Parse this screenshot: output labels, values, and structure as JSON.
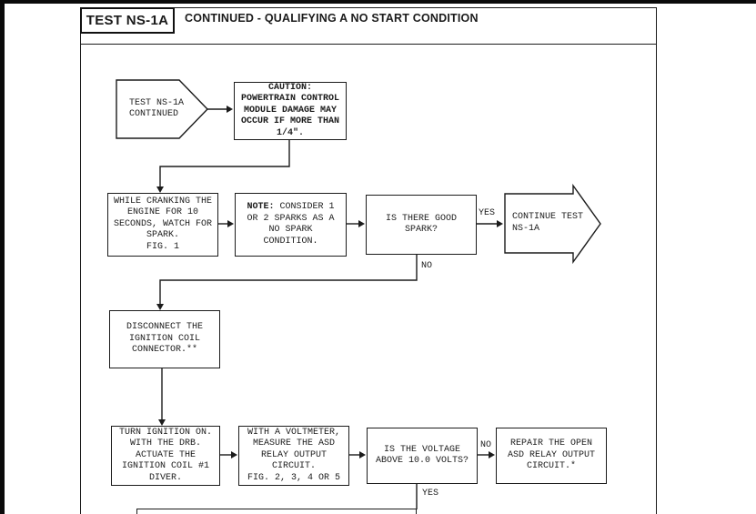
{
  "page": {
    "header": {
      "test_id": "TEST NS-1A",
      "title": "CONTINUED - QUALIFYING A NO START CONDITION"
    },
    "flow": {
      "start": "TEST NS-1A\nCONTINUED",
      "caution": "CAUTION:\nPOWERTRAIN CONTROL\nMODULE DAMAGE MAY\nOCCUR IF MORE THAN\n1/4\".",
      "cranking": "WHILE CRANKING THE\nENGINE FOR 10\nSECONDS, WATCH FOR\nSPARK.\nFIG. 1",
      "note_bold": "NOTE:",
      "note_rest": " CONSIDER 1\nOR 2 SPARKS AS A\nNO SPARK\nCONDITION.",
      "spark_question": "IS THERE GOOD\nSPARK?",
      "continue_arrow": "CONTINUE TEST\n NS-1A",
      "disconnect": "DISCONNECT THE\nIGNITION COIL\nCONNECTOR.**",
      "turn_ignition": "TURN IGNITION ON.\nWITH THE DRB.\nACTUATE THE\nIGNITION COIL #1\nDIVER.",
      "voltmeter": "WITH A VOLTMETER,\nMEASURE THE ASD\nRELAY OUTPUT\nCIRCUIT.\nFIG. 2, 3, 4 OR 5",
      "voltage_question": "IS THE VOLTAGE\nABOVE 10.0 VOLTS?",
      "repair": "REPAIR THE OPEN\nASD RELAY OUTPUT\nCIRCUIT.*",
      "labels": {
        "yes_spark": "YES",
        "no_spark": "NO",
        "no_voltage": "NO",
        "yes_voltage": "YES"
      }
    },
    "colors": {
      "ink": "#1b1b1b",
      "paper": "#ffffff"
    }
  }
}
